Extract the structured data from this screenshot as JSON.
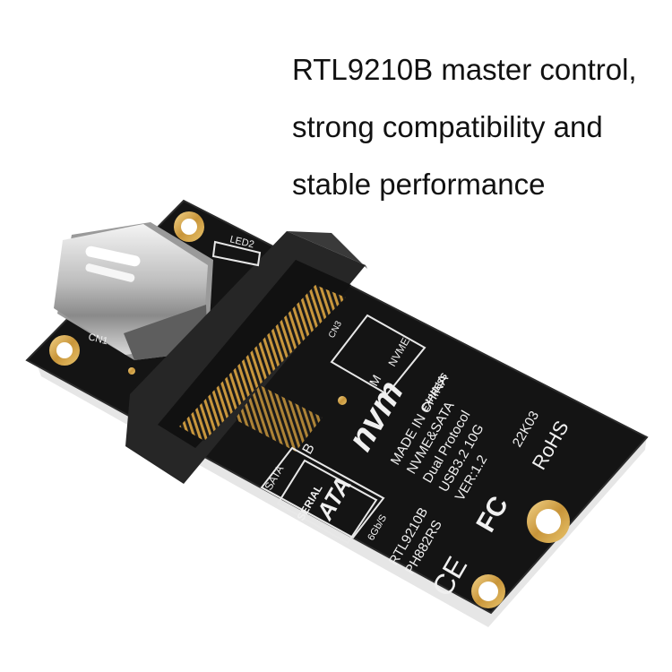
{
  "caption": {
    "lines": [
      "RTL9210B master control,",
      "strong compatibility and",
      "stable performance"
    ]
  },
  "board": {
    "silkscreen": {
      "led_label": "LED2",
      "connector_label": "CN1",
      "slot_label": "CN3",
      "m_key": "M",
      "nvme": "NVME",
      "sata": "SATA",
      "b_key": "B",
      "nvm": "nvm",
      "express": "EXPRESS",
      "made_in": "MADE IN CHINA",
      "protocol_1": "NVME&SATA",
      "protocol_2": "Dual Protocol",
      "usb": "USB3.2 10G",
      "version": "VER:1.2",
      "date_code": "22K03",
      "rohs": "RoHS",
      "serial": "SERIAL",
      "ata": "ATA",
      "speed": "6Gb/S",
      "chip": "RTL9210B",
      "part": "PH882RS",
      "fc": "FC",
      "ce": "CE"
    }
  },
  "colors": {
    "pcb": "#141414",
    "pcb_edge": "#dcdcdc",
    "gold": "#d4a64a",
    "connector": "#2a2a2a"
  }
}
